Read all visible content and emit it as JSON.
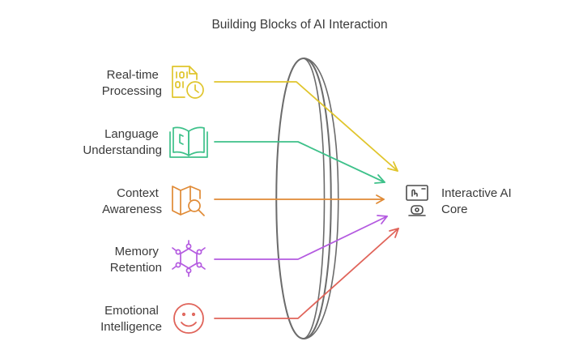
{
  "title": "Building Blocks of AI Interaction",
  "inputs": [
    {
      "label_line1": "Real-time",
      "label_line2": "Processing",
      "icon": "binary-clock-icon",
      "color": "#e0c52c"
    },
    {
      "label_line1": "Language",
      "label_line2": "Understanding",
      "icon": "open-book-icon",
      "color": "#3ec18a"
    },
    {
      "label_line1": "Context",
      "label_line2": "Awareness",
      "icon": "map-search-icon",
      "color": "#e08a35"
    },
    {
      "label_line1": "Memory",
      "label_line2": "Retention",
      "icon": "molecule-network-icon",
      "color": "#b45ae0"
    },
    {
      "label_line1": "Emotional",
      "label_line2": "Intelligence",
      "icon": "smiley-face-icon",
      "color": "#e0645a"
    }
  ],
  "output": {
    "label_line1": "Interactive AI",
    "label_line2": "Core",
    "icon": "robot-screen-icon",
    "color": "#4a4a4a"
  },
  "lens_color": "#6b6b6b"
}
